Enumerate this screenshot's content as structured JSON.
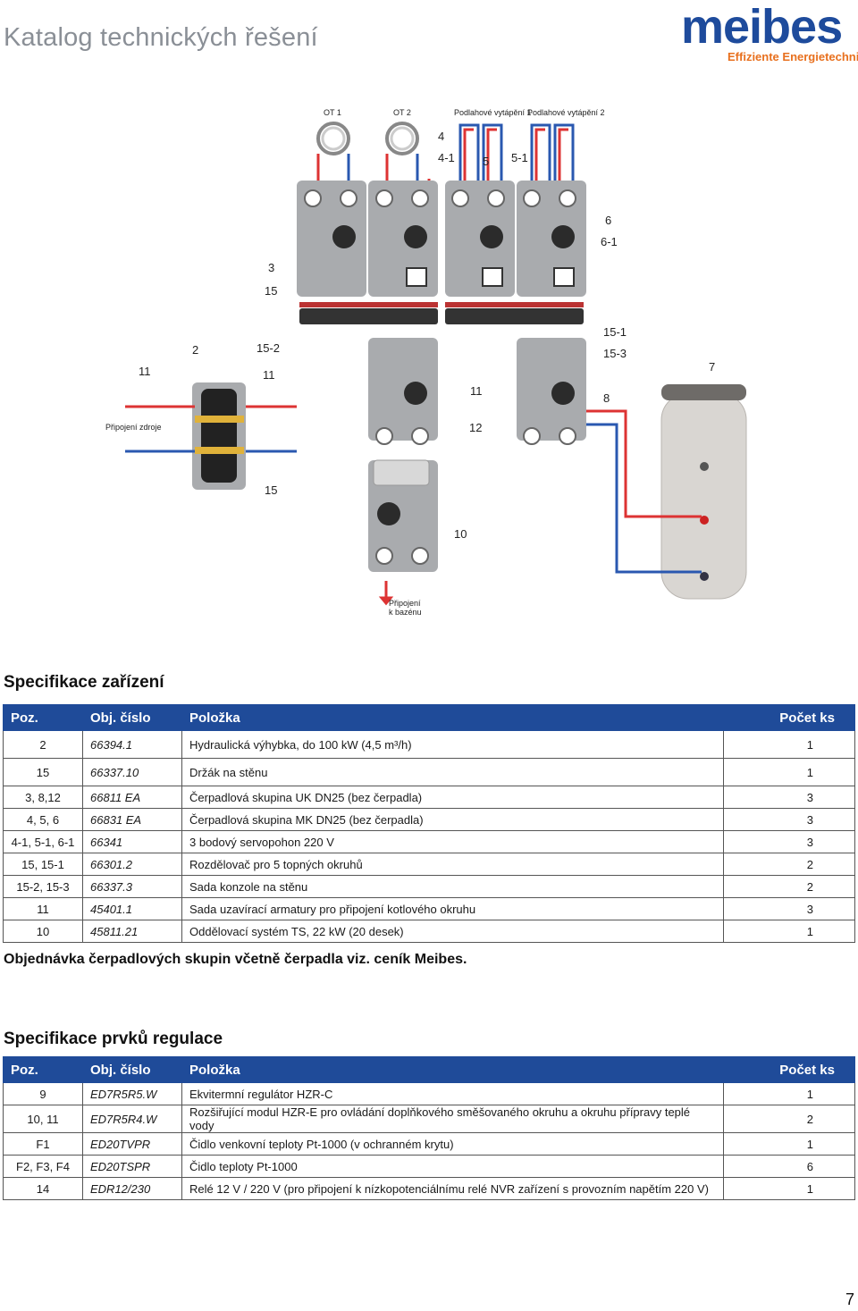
{
  "header": {
    "title": "Katalog technických řešení",
    "logo_word": "meibes",
    "logo_tagline": "Effiziente Energietechnik"
  },
  "diagram": {
    "labels": {
      "ot1": "OT 1",
      "ot2": "OT 2",
      "floor1": "Podlahové vytápění 1",
      "floor2": "Podlahové vytápění 2",
      "n4": "4",
      "n4_1": "4-1",
      "n5": "5",
      "n5_1": "5-1",
      "n6": "6",
      "n6_1": "6-1",
      "n3": "3",
      "n15a": "15",
      "n2": "2",
      "n15_2": "15-2",
      "n11a": "11",
      "n11b": "11",
      "n11c": "11",
      "n15_1": "15-1",
      "n15_3": "15-3",
      "n7": "7",
      "n8": "8",
      "n12": "12",
      "n15b": "15",
      "n10": "10",
      "source": "Připojení zdroje",
      "pool_1": "Připojení",
      "pool_2": "k bazénu"
    }
  },
  "equipment": {
    "title": "Specifikace zařízení",
    "headers": [
      "Poz.",
      "Obj. číslo",
      "Položka",
      "Počet ks"
    ],
    "rows": [
      {
        "pos": "2",
        "obj": "66394.1",
        "item": "Hydraulická výhybka, do 100 kW (4,5 m³/h)",
        "count": "1"
      },
      {
        "pos": "15",
        "obj": "66337.10",
        "item": "Držák na stěnu",
        "count": "1"
      },
      {
        "pos": "3, 8,12",
        "obj": "66811 EA",
        "item": "Čerpadlová skupina UK DN25 (bez čerpadla)",
        "count": "3"
      },
      {
        "pos": "4, 5, 6",
        "obj": "66831 EA",
        "item": "Čerpadlová skupina MK DN25 (bez čerpadla)",
        "count": "3"
      },
      {
        "pos": "4-1, 5-1, 6-1",
        "obj": "66341",
        "item": "3 bodový servopohon 220 V",
        "count": "3"
      },
      {
        "pos": "15, 15-1",
        "obj": "66301.2",
        "item": "Rozdělovač pro 5 topných okruhů",
        "count": "2"
      },
      {
        "pos": "15-2, 15-3",
        "obj": "66337.3",
        "item": "Sada konzole na stěnu",
        "count": "2"
      },
      {
        "pos": "11",
        "obj": "45401.1",
        "item": "Sada uzavírací armatury pro připojení kotlového okruhu",
        "count": "3"
      },
      {
        "pos": "10",
        "obj": "45811.21",
        "item": "Oddělovací systém TS, 22 kW (20 desek)",
        "count": "1"
      }
    ],
    "note": "Objednávka čerpadlových skupin včetně čerpadla viz. ceník Meibes."
  },
  "regulation": {
    "title": "Specifikace prvků regulace",
    "headers": [
      "Poz.",
      "Obj. číslo",
      "Položka",
      "Počet ks"
    ],
    "rows": [
      {
        "pos": "9",
        "obj": "ED7R5R5.W",
        "item": "Ekvitermní regulátor HZR-C",
        "count": "1"
      },
      {
        "pos": "10, 11",
        "obj": "ED7R5R4.W",
        "item": "Rozšiřující modul HZR-E pro ovládání doplňkového směšovaného okruhu a okruhu přípravy teplé vody",
        "count": "2"
      },
      {
        "pos": "F1",
        "obj": "ED20TVPR",
        "item": "Čidlo venkovní teploty Pt-1000 (v ochranném krytu)",
        "count": "1"
      },
      {
        "pos": "F2, F3, F4",
        "obj": "ED20TSPR",
        "item": "Čidlo teploty Pt-1000",
        "count": "6"
      },
      {
        "pos": "14",
        "obj": "EDR12/230",
        "item": "Relé 12 V / 220 V (pro připojení k nízkopotenciálnímu relé NVR zařízení s provozním napětím 220 V)",
        "count": "1"
      }
    ]
  },
  "page_number": "7"
}
